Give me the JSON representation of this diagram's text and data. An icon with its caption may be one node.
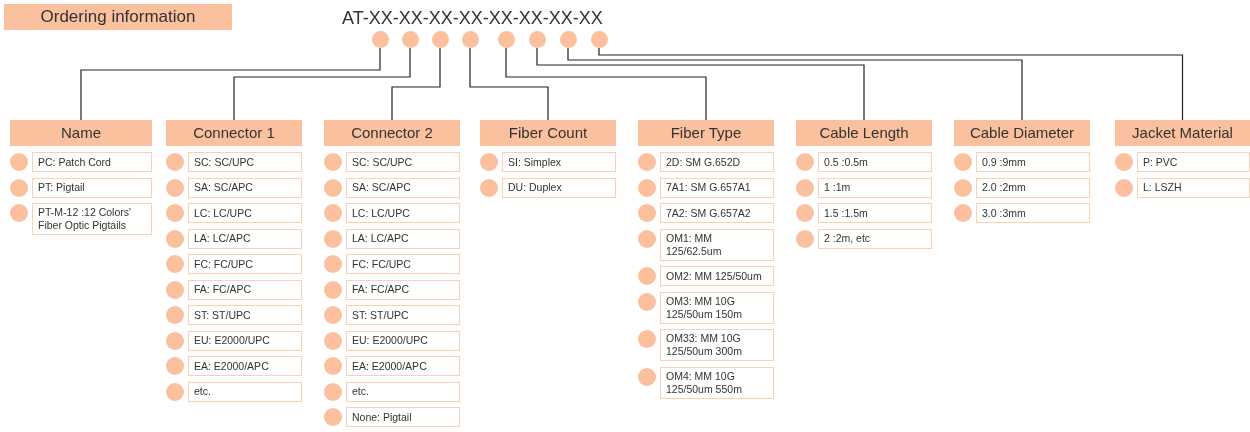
{
  "diagram": {
    "nodes": [
      {
        "text": [
          "Ordering information"
        ]
      },
      {
        "text": [],
        "shape": "circle"
      },
      {
        "text": [],
        "shape": "circle"
      },
      {
        "text": [],
        "shape": "circle"
      },
      {
        "text": [],
        "shape": "circle"
      },
      {
        "text": [],
        "shape": "circle"
      },
      {
        "text": [],
        "shape": "circle"
      },
      {
        "text": [],
        "shape": "circle"
      },
      {
        "text": [],
        "shape": "circle"
      },
      {
        "text": [
          "Name"
        ]
      },
      {
        "text": [
          "PC: Patch Cord"
        ]
      },
      {
        "text": [
          "PT: Pigtail"
        ]
      },
      {
        "text": [
          "PT-M-12 :12 Colors' Fiber Optic Pigtails"
        ]
      },
      {
        "text": [
          "Connector 1"
        ]
      },
      {
        "text": [
          "SC: SC/UPC"
        ]
      },
      {
        "text": [
          "SA: SC/APC"
        ]
      },
      {
        "text": [
          "LC: LC/UPC"
        ]
      },
      {
        "text": [
          "LA: LC/APC"
        ]
      },
      {
        "text": [
          "FC: FC/UPC"
        ]
      },
      {
        "text": [
          "FA: FC/APC"
        ]
      },
      {
        "text": [
          "ST: ST/UPC"
        ]
      },
      {
        "text": [
          "EU: E2000/UPC"
        ]
      },
      {
        "text": [
          "EA: E2000/APC"
        ]
      },
      {
        "text": [
          "etc."
        ]
      },
      {
        "text": [
          "Connector 2"
        ]
      },
      {
        "text": [
          "SC: SC/UPC"
        ]
      },
      {
        "text": [
          "SA: SC/APC"
        ]
      },
      {
        "text": [
          "LC: LC/UPC"
        ]
      },
      {
        "text": [
          "LA: LC/APC"
        ]
      },
      {
        "text": [
          "FC: FC/UPC"
        ]
      },
      {
        "text": [
          "FA: FC/APC"
        ]
      },
      {
        "text": [
          "ST: ST/UPC"
        ]
      },
      {
        "text": [
          "EU: E2000/UPC"
        ]
      },
      {
        "text": [
          "EA: E2000/APC"
        ]
      },
      {
        "text": [
          "etc."
        ]
      },
      {
        "text": [
          "None: Pigtail"
        ]
      },
      {
        "text": [
          "Fiber Count"
        ]
      },
      {
        "text": [
          "SI: Simplex"
        ]
      },
      {
        "text": [
          "DU: Duplex"
        ]
      },
      {
        "text": [
          "Fiber Type"
        ]
      },
      {
        "text": [
          "2D: SM G.652D"
        ]
      },
      {
        "text": [
          "7A1: SM G.657A1"
        ]
      },
      {
        "text": [
          "7A2: SM G.657A2"
        ]
      },
      {
        "text": [
          "OM1: MM 125/62.5um"
        ]
      },
      {
        "text": [
          "OM2: MM 125/50um"
        ]
      },
      {
        "text": [
          "OM3: MM 10G 125/50um 150m"
        ]
      },
      {
        "text": [
          "OM33: MM 10G 125/50um 300m"
        ]
      },
      {
        "text": [
          "OM4: MM 10G 125/50um 550m"
        ]
      },
      {
        "text": [
          "Cable Length"
        ]
      },
      {
        "text": [
          "0.5 :0.5m"
        ]
      },
      {
        "text": [
          "1 :1m"
        ]
      },
      {
        "text": [
          "1.5 :1.5m"
        ]
      },
      {
        "text": [
          "2 :2m, etc"
        ]
      },
      {
        "text": [
          "Cable Diameter"
        ]
      },
      {
        "text": [
          "0.9 :9mm"
        ]
      },
      {
        "text": [
          "2.0 :2mm"
        ]
      },
      {
        "text": [
          "3.0 :3mm"
        ]
      },
      {
        "text": [
          "Jacket Material"
        ]
      },
      {
        "text": [
          "P: PVC"
        ]
      },
      {
        "text": [
          "L: LSZH"
        ]
      }
    ],
    "edges": [
      {
        "from": 1,
        "to": 9,
        "arrow": "none"
      },
      {
        "from": 2,
        "to": 13,
        "arrow": "none"
      },
      {
        "from": 3,
        "to": 24,
        "arrow": "none"
      },
      {
        "from": 4,
        "to": 36,
        "arrow": "none"
      },
      {
        "from": 5,
        "to": 39,
        "arrow": "none"
      },
      {
        "from": 6,
        "to": 48,
        "arrow": "none"
      },
      {
        "from": 7,
        "to": 53,
        "arrow": "none"
      },
      {
        "from": 8,
        "to": 57,
        "arrow": "none"
      }
    ],
    "labels": [
      "AT-XX-XX-XX-XX-XX-XX-XX-XX"
    ]
  }
}
